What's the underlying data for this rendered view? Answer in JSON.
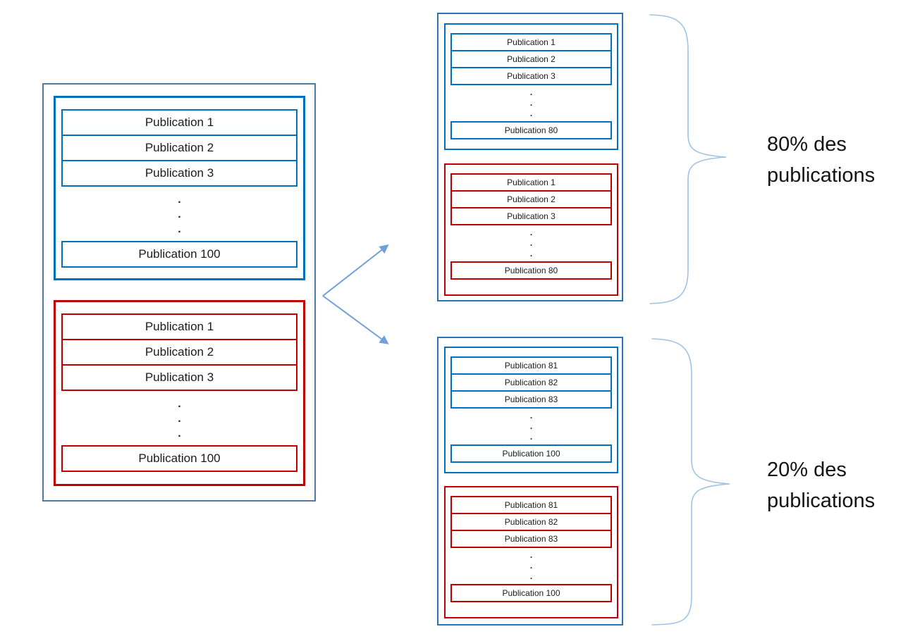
{
  "colors": {
    "blue": "#0070C0",
    "red": "#C00000",
    "outer_left": "#4E7BA6",
    "outer_right": "#2E74B5",
    "arrow": "#6FA0D9",
    "brace": "#9DC3E6",
    "text": "#141414"
  },
  "labels": {
    "top_share": "80% des publications",
    "bottom_share": "20% des publications"
  },
  "lists": {
    "source_blue": {
      "rows": [
        "Publication 1",
        "Publication 2",
        "Publication 3"
      ],
      "dots": [
        ".",
        ".",
        "."
      ],
      "last_row": "Publication 100"
    },
    "source_red": {
      "rows": [
        "Publication 1",
        "Publication 2",
        "Publication 3"
      ],
      "dots": [
        ".",
        ".",
        "."
      ],
      "last_row": "Publication 100"
    },
    "top80_blue": {
      "rows": [
        "Publication 1",
        "Publication 2",
        "Publication 3"
      ],
      "dots": [
        ".",
        ".",
        "."
      ],
      "last_row": "Publication 80"
    },
    "top80_red": {
      "rows": [
        "Publication 1",
        "Publication 2",
        "Publication 3"
      ],
      "dots": [
        ".",
        ".",
        "."
      ],
      "last_row": "Publication 80"
    },
    "bottom20_blue": {
      "rows": [
        "Publication 81",
        "Publication 82",
        "Publication 83"
      ],
      "dots": [
        ".",
        ".",
        "."
      ],
      "last_row": "Publication 100"
    },
    "bottom20_red": {
      "rows": [
        "Publication 81",
        "Publication 82",
        "Publication 83"
      ],
      "dots": [
        ".",
        ".",
        "."
      ],
      "last_row": "Publication 100"
    }
  }
}
